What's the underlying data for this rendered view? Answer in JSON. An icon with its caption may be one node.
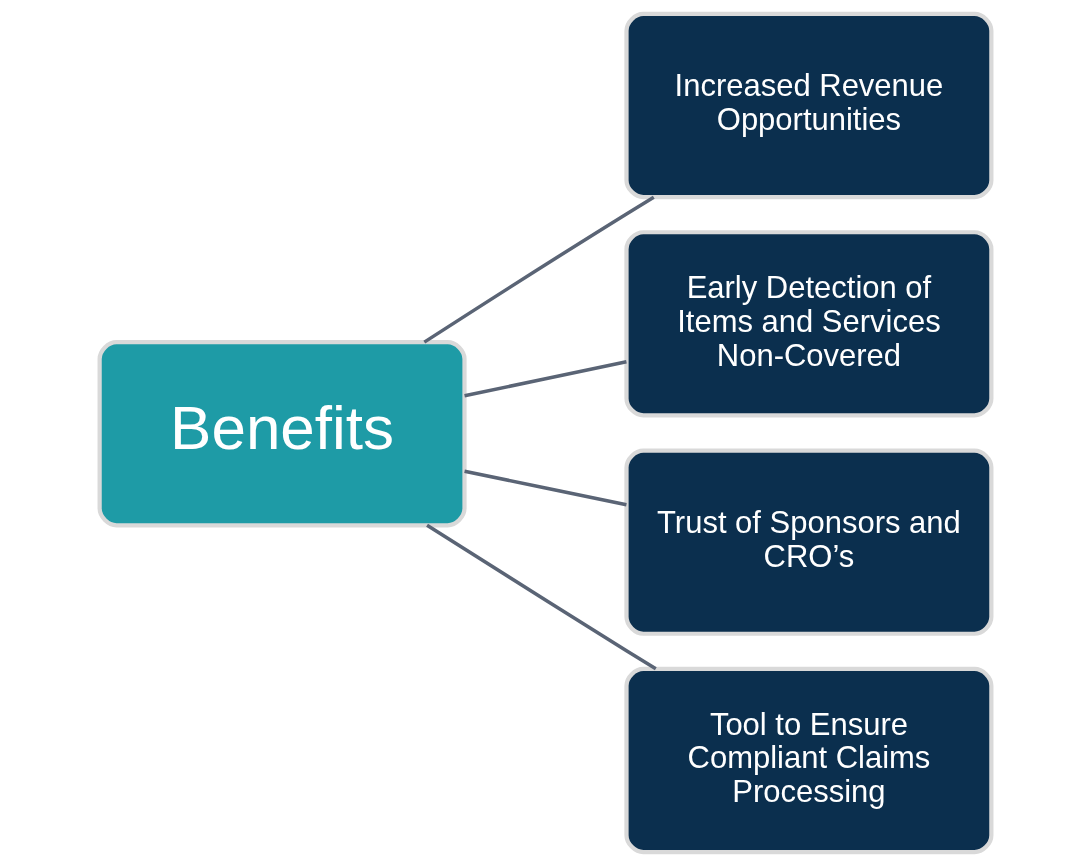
{
  "diagram": {
    "nodes": [
      {
        "text": [
          "Benefits"
        ]
      },
      {
        "text": [
          "Increased Revenue Opportunities"
        ]
      },
      {
        "text": [
          "Early Detection of Items and Services Non-Covered"
        ]
      },
      {
        "text": [
          "Trust of Sponsors and CRO’s"
        ]
      },
      {
        "text": [
          "Tool to Ensure Compliant Claims Processing"
        ]
      }
    ],
    "edges": [
      {
        "from": 0,
        "to": 1,
        "arrow": "none"
      },
      {
        "from": 0,
        "to": 2,
        "arrow": "none"
      },
      {
        "from": 0,
        "to": 3,
        "arrow": "none"
      },
      {
        "from": 0,
        "to": 4,
        "arrow": "none"
      }
    ]
  }
}
